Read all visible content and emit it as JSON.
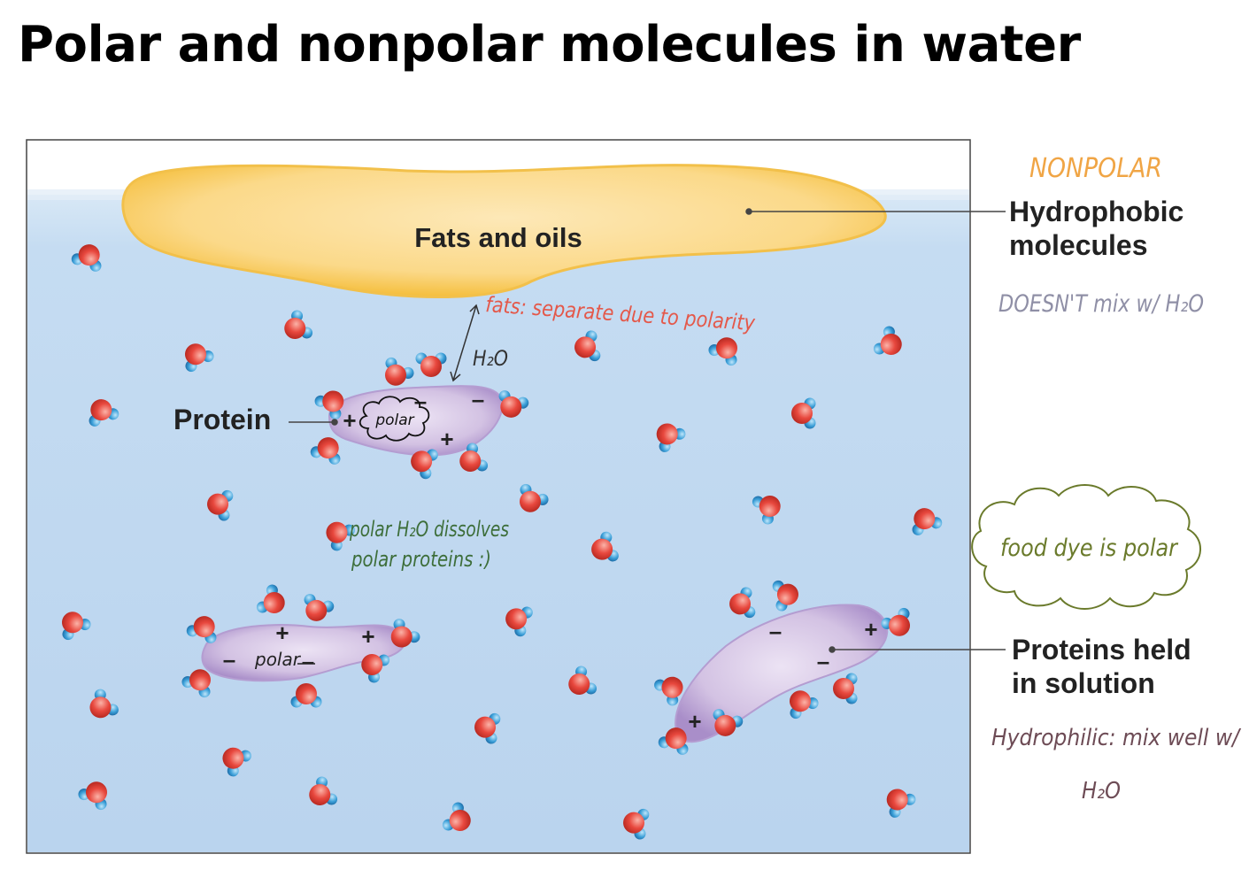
{
  "title": "Polar and nonpolar molecules in water",
  "labels": {
    "fats": "Fats and oils",
    "protein": "Protein",
    "hydrophobic_1": "Hydrophobic",
    "hydrophobic_2": "molecules",
    "held_1": "Proteins held",
    "held_2": "in solution",
    "plus": "+",
    "minus": "–"
  },
  "annotations": {
    "nonpolar": "NONPOLAR",
    "doesnt_mix": "DOESN'T mix w/ H₂O",
    "fats_separate": "fats: separate due to polarity",
    "h2o": "H₂O",
    "polar_cloud": "polar",
    "polar_dissolves_1": "polar H₂O dissolves",
    "polar_dissolves_2": "polar proteins :)",
    "polar_bottom": "polar",
    "food_dye": "food dye is polar",
    "hydrophilic_1": "Hydrophilic: mix well w/",
    "hydrophilic_2": "H₂O"
  },
  "colors": {
    "water": "#c5dcf2",
    "fat": "#fbd989",
    "fat_edge": "#f5bf3e",
    "protein": "#d3c2e3",
    "protein_edge": "#a98ec9",
    "oxygen": "#e8483e",
    "hydrogen": "#3b9fd8",
    "annot_orange": "#f0a545",
    "annot_grey": "#8f8fa6",
    "annot_red": "#e4584a",
    "annot_green": "#3d6e3a",
    "annot_olive": "#6a7a2b",
    "annot_brown": "#6d4b55"
  }
}
